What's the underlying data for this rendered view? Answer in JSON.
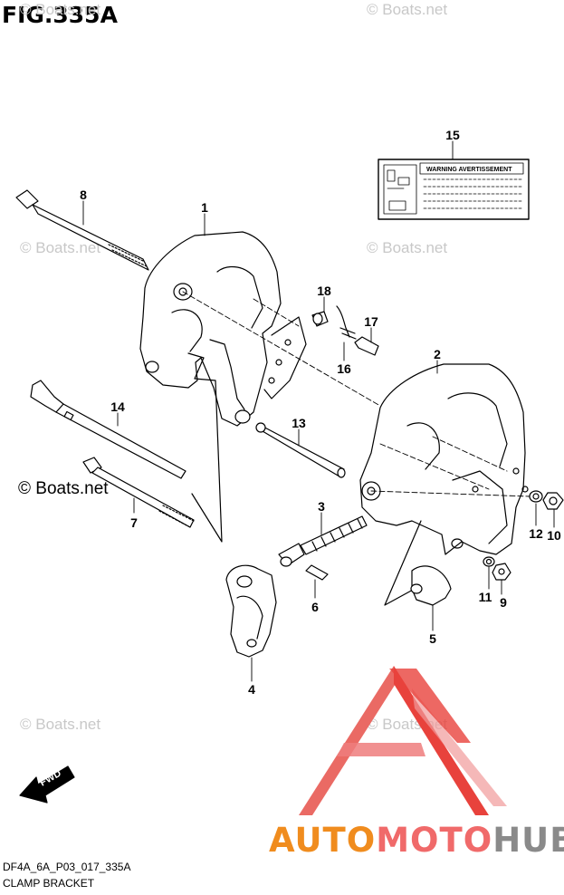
{
  "figure": {
    "title": "FIG.335A",
    "code": "DF4A_6A_P03_017_335A",
    "name": "CLAMP BRACKET"
  },
  "watermark": {
    "text": "© Boats.net"
  },
  "brand": {
    "part1": "AUTO",
    "part2": "MOTO",
    "part3": "HUB",
    "colors": {
      "auto": "#f08c1e",
      "moto": "#f06a6a",
      "hub": "#8a8a8a",
      "triangle": "#e8423c"
    }
  },
  "fwd_label": "FWD",
  "warning_label": "WARNING AVERTISSEMENT",
  "callouts": [
    {
      "id": "c1",
      "text": "1"
    },
    {
      "id": "c2",
      "text": "2"
    },
    {
      "id": "c3",
      "text": "3"
    },
    {
      "id": "c4",
      "text": "4"
    },
    {
      "id": "c5",
      "text": "5"
    },
    {
      "id": "c6",
      "text": "6"
    },
    {
      "id": "c7",
      "text": "7"
    },
    {
      "id": "c8",
      "text": "8"
    },
    {
      "id": "c9",
      "text": "9"
    },
    {
      "id": "c10",
      "text": "10"
    },
    {
      "id": "c11",
      "text": "11"
    },
    {
      "id": "c12",
      "text": "12"
    },
    {
      "id": "c13",
      "text": "13"
    },
    {
      "id": "c14",
      "text": "14"
    },
    {
      "id": "c15",
      "text": "15"
    },
    {
      "id": "c16",
      "text": "16"
    },
    {
      "id": "c17",
      "text": "17"
    },
    {
      "id": "c18",
      "text": "18"
    }
  ]
}
